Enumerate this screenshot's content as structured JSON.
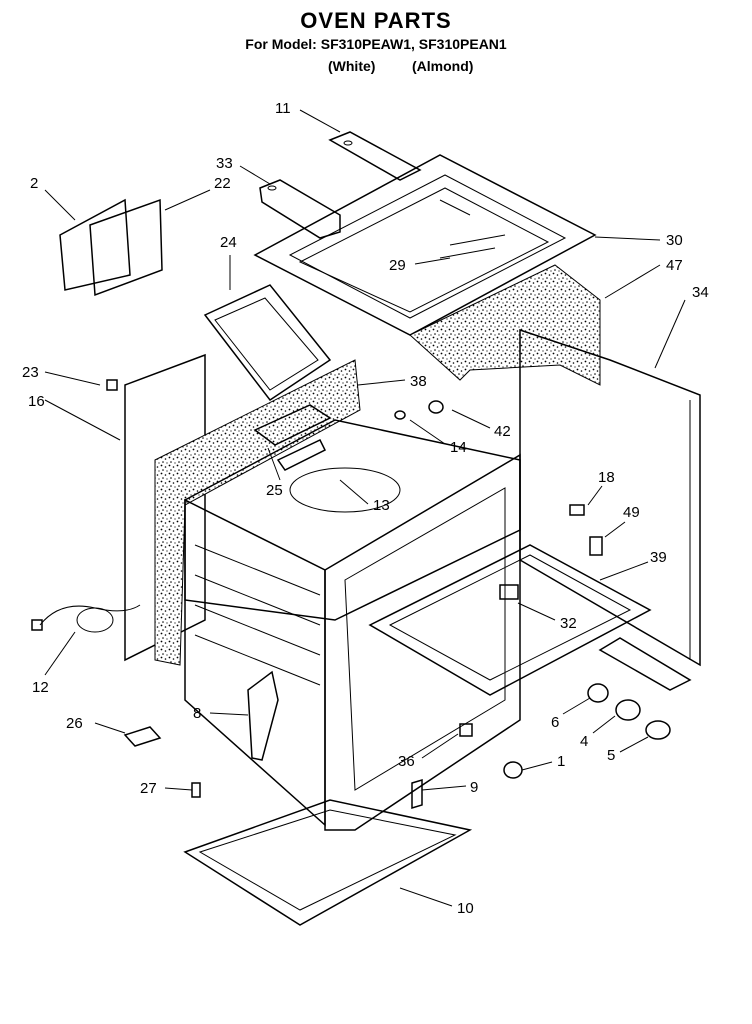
{
  "title": "OVEN PARTS",
  "model_line": "For Model: SF310PEAW1, SF310PEAN1",
  "variants": {
    "white": "(White)",
    "almond": "(Almond)"
  },
  "callouts": {
    "c11": "11",
    "c33": "33",
    "c2": "2",
    "c22": "22",
    "c24": "24",
    "c30": "30",
    "c29": "29",
    "c47": "47",
    "c34": "34",
    "c23": "23",
    "c16": "16",
    "c38": "38",
    "c42": "42",
    "c14": "14",
    "c25": "25",
    "c13": "13",
    "c18": "18",
    "c49": "49",
    "c39": "39",
    "c32": "32",
    "c12": "12",
    "c26": "26",
    "c8": "8",
    "c6": "6",
    "c4": "4",
    "c5": "5",
    "c36": "36",
    "c1": "1",
    "c27": "27",
    "c9": "9",
    "c10": "10"
  }
}
